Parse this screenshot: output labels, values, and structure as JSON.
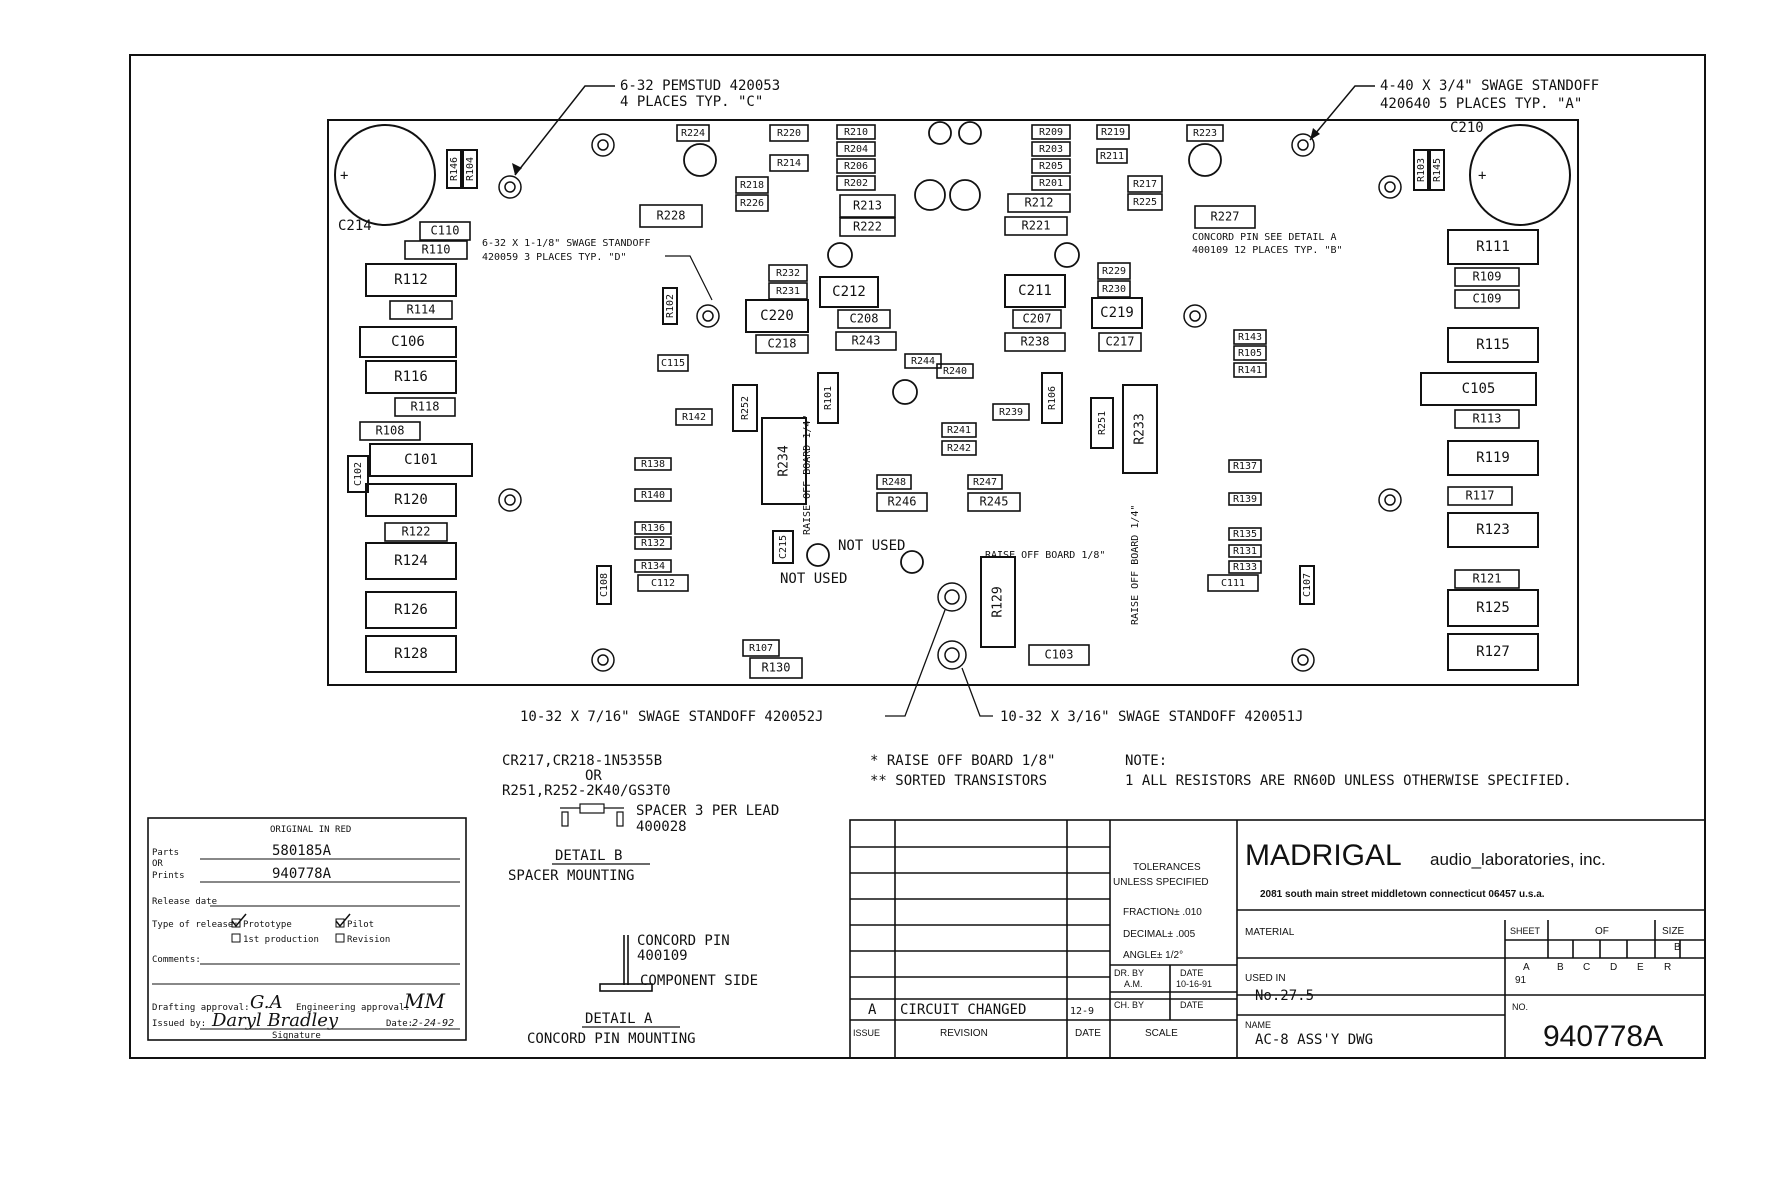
{
  "callouts": {
    "pemstud_line1": "6-32 PEMSTUD 420053",
    "pemstud_line2": "4 PLACES TYP. \"C\"",
    "swage_a_line1": "4-40 X 3/4\" SWAGE STANDOFF",
    "swage_a_line2": "420640 5 PLACES TYP. \"A\"",
    "swage_d_line1": "6-32 X 1-1/8\" SWAGE STANDOFF",
    "swage_d_line2": "420059 3 PLACES TYP. \"D\"",
    "concord_line1": "CONCORD PIN SEE DETAIL A",
    "concord_line2": "400109 12 PLACES TYP. \"B\"",
    "swage_p10": "10-32 X 7/16\" SWAGE STANDOFF 420052J",
    "swage_p9": "10-32 X 3/16\" SWAGE STANDOFF 420051J",
    "raise_off_1_8": "RAISE OFF BOARD 1/8\"",
    "raise_off_1_4_left": "RAISE OFF BOARD 1/4\"",
    "raise_off_1_4_right": "RAISE OFF BOARD 1/4\"",
    "not_used_1": "NOT USED",
    "not_used_2": "NOT USED"
  },
  "components": [
    {
      "id": "R146",
      "label": "R146"
    },
    {
      "id": "R104",
      "label": "R104"
    },
    {
      "id": "C110",
      "label": "C110"
    },
    {
      "id": "R110",
      "label": "R110"
    },
    {
      "id": "R112",
      "label": "R112"
    },
    {
      "id": "R114",
      "label": "R114"
    },
    {
      "id": "C106",
      "label": "C106"
    },
    {
      "id": "R116",
      "label": "R116"
    },
    {
      "id": "R118",
      "label": "R118"
    },
    {
      "id": "R108",
      "label": "R108"
    },
    {
      "id": "C101",
      "label": "C101"
    },
    {
      "id": "C102",
      "label": "C102"
    },
    {
      "id": "R120",
      "label": "R120"
    },
    {
      "id": "R122",
      "label": "R122"
    },
    {
      "id": "R124",
      "label": "R124"
    },
    {
      "id": "R126",
      "label": "R126"
    },
    {
      "id": "R128",
      "label": "R128"
    },
    {
      "id": "R224",
      "label": "R224"
    },
    {
      "id": "R220",
      "label": "R220"
    },
    {
      "id": "R214",
      "label": "R214"
    },
    {
      "id": "R218",
      "label": "R218"
    },
    {
      "id": "R226",
      "label": "R226"
    },
    {
      "id": "R228",
      "label": "R228"
    },
    {
      "id": "R210",
      "label": "R210"
    },
    {
      "id": "R204",
      "label": "R204"
    },
    {
      "id": "R206",
      "label": "R206"
    },
    {
      "id": "R202",
      "label": "R202"
    },
    {
      "id": "R213",
      "label": "R213"
    },
    {
      "id": "R222",
      "label": "R222"
    },
    {
      "id": "R232",
      "label": "R232"
    },
    {
      "id": "R231",
      "label": "R231"
    },
    {
      "id": "C212",
      "label": "C212"
    },
    {
      "id": "C208",
      "label": "C208"
    },
    {
      "id": "R243",
      "label": "R243"
    },
    {
      "id": "C220",
      "label": "C220"
    },
    {
      "id": "C218",
      "label": "C218"
    },
    {
      "id": "R209",
      "label": "R209"
    },
    {
      "id": "R203",
      "label": "R203"
    },
    {
      "id": "R205",
      "label": "R205"
    },
    {
      "id": "R201",
      "label": "R201"
    },
    {
      "id": "R212",
      "label": "R212"
    },
    {
      "id": "R221",
      "label": "R221"
    },
    {
      "id": "C211",
      "label": "C211"
    },
    {
      "id": "C207",
      "label": "C207"
    },
    {
      "id": "R238",
      "label": "R238"
    },
    {
      "id": "R219",
      "label": "R219"
    },
    {
      "id": "R211",
      "label": "R211"
    },
    {
      "id": "R223",
      "label": "R223"
    },
    {
      "id": "R217",
      "label": "R217"
    },
    {
      "id": "R225",
      "label": "R225"
    },
    {
      "id": "R227",
      "label": "R227"
    },
    {
      "id": "R229",
      "label": "R229"
    },
    {
      "id": "R230",
      "label": "R230"
    },
    {
      "id": "C219",
      "label": "C219"
    },
    {
      "id": "C217",
      "label": "C217"
    },
    {
      "id": "R103",
      "label": "R103"
    },
    {
      "id": "R145",
      "label": "R145"
    },
    {
      "id": "R111",
      "label": "R111"
    },
    {
      "id": "R109",
      "label": "R109"
    },
    {
      "id": "C109",
      "label": "C109"
    },
    {
      "id": "R115",
      "label": "R115"
    },
    {
      "id": "C105",
      "label": "C105"
    },
    {
      "id": "R113",
      "label": "R113"
    },
    {
      "id": "R119",
      "label": "R119"
    },
    {
      "id": "R117",
      "label": "R117"
    },
    {
      "id": "R123",
      "label": "R123"
    },
    {
      "id": "R121",
      "label": "R121"
    },
    {
      "id": "R125",
      "label": "R125"
    },
    {
      "id": "R127",
      "label": "R127"
    },
    {
      "id": "C115",
      "label": "C115"
    },
    {
      "id": "R142",
      "label": "R142"
    },
    {
      "id": "R252",
      "label": "R252"
    },
    {
      "id": "R234",
      "label": "R234"
    },
    {
      "id": "R138",
      "label": "R138"
    },
    {
      "id": "R140",
      "label": "R140"
    },
    {
      "id": "R136",
      "label": "R136"
    },
    {
      "id": "R132",
      "label": "R132"
    },
    {
      "id": "R134",
      "label": "R134"
    },
    {
      "id": "C112",
      "label": "C112"
    },
    {
      "id": "R246",
      "label": "R246"
    },
    {
      "id": "R248",
      "label": "R248"
    },
    {
      "id": "R245",
      "label": "R245"
    },
    {
      "id": "R247",
      "label": "R247"
    },
    {
      "id": "R241",
      "label": "R241"
    },
    {
      "id": "R242",
      "label": "R242"
    },
    {
      "id": "R239",
      "label": "R239"
    },
    {
      "id": "R240",
      "label": "R240"
    },
    {
      "id": "R244",
      "label": "R244"
    },
    {
      "id": "R233",
      "label": "R233"
    },
    {
      "id": "R251",
      "label": "R251"
    },
    {
      "id": "R143",
      "label": "R143"
    },
    {
      "id": "R105",
      "label": "R105"
    },
    {
      "id": "R141",
      "label": "R141"
    },
    {
      "id": "R137",
      "label": "R137"
    },
    {
      "id": "R139",
      "label": "R139"
    },
    {
      "id": "R135",
      "label": "R135"
    },
    {
      "id": "R131",
      "label": "R131"
    },
    {
      "id": "R133",
      "label": "R133"
    },
    {
      "id": "C111",
      "label": "C111"
    },
    {
      "id": "R129",
      "label": "R129"
    },
    {
      "id": "C103",
      "label": "C103"
    },
    {
      "id": "R107",
      "label": "R107"
    },
    {
      "id": "R130",
      "label": "R130"
    },
    {
      "id": "C108",
      "label": "C108"
    },
    {
      "id": "C107",
      "label": "C107"
    },
    {
      "id": "R102",
      "label": "R102"
    },
    {
      "id": "R101",
      "label": "R101"
    },
    {
      "id": "R106",
      "label": "R106"
    },
    {
      "id": "C215",
      "label": "C215"
    },
    {
      "id": "C214",
      "label": "C214"
    },
    {
      "id": "C210",
      "label": "C210"
    }
  ],
  "notes": {
    "diode_list_1": "CR217,CR218-1N5355B",
    "diode_or": "OR",
    "diode_list_2": "R251,R252-2K40/GS3T0",
    "spacer_line1": "SPACER 3 PER LEAD",
    "spacer_line2": "400028",
    "detail_b_title": "DETAIL B",
    "detail_b_sub": "SPACER MOUNTING",
    "concord_pin_line1": "CONCORD PIN",
    "concord_pin_line2": "400109",
    "component_side": "COMPONENT SIDE",
    "detail_a_title": "DETAIL A",
    "detail_a_sub": "CONCORD PIN MOUNTING",
    "legend_star": "* RAISE OFF BOARD 1/8\"",
    "legend_double_star": "** SORTED TRANSISTORS",
    "note_header": "NOTE:",
    "note_1": "1  ALL RESISTORS ARE RN60D UNLESS OTHERWISE SPECIFIED."
  },
  "approval_box": {
    "header": "ORIGINAL IN RED",
    "parts_label": "Parts",
    "parts_value": "580185A",
    "or_label": "OR",
    "prints_label": "Prints",
    "prints_value": "940778A",
    "release_label": "Release date",
    "type_label": "Type of release:",
    "opt_prototype": "Prototype",
    "opt_pilot": "Pilot",
    "opt_first": "1st production",
    "opt_revision": "Revision",
    "comments_label": "Comments:",
    "drafting_label": "Drafting approval:",
    "drafting_value": "G.A",
    "engineering_label": "Engineering approval:",
    "engineering_value": "MM",
    "issued_label": "Issued by:",
    "issued_value": "Daryl Bradley",
    "date_label": "Date:",
    "date_value": "2-24-92",
    "signature_label": "Signature"
  },
  "title_block": {
    "company": "MADRIGAL",
    "company_suffix": "audio_laboratories, inc.",
    "address": "2081 south main street middletown connecticut 06457 u.s.a.",
    "tolerances_1": "TOLERANCES",
    "tolerances_2": "UNLESS SPECIFIED",
    "fraction": "FRACTION± .010",
    "decimal": "DECIMAL± .005",
    "angle": "ANGLE± 1/2°",
    "dr_by": "DR. BY",
    "dr_by_value": "A.M.",
    "date_label": "DATE",
    "date_value": "10-16-91",
    "ch_by": "CH. BY",
    "ch_date": "DATE",
    "material": "MATERIAL",
    "used_in": "USED IN",
    "used_in_value": "No.27.5",
    "name_label": "NAME",
    "name_value": "AC-8 ASS'Y DWG",
    "sheet": "SHEET",
    "of": "OF",
    "size": "SIZE",
    "size_value": "B",
    "rev_letters": [
      "A",
      "B",
      "C",
      "D",
      "E",
      "R"
    ],
    "rev_year": "91",
    "no_label": "NO.",
    "drawing_no": "940778A",
    "scale": "SCALE",
    "issue_col": "ISSUE",
    "revision_col": "REVISION",
    "date_col": "DATE",
    "rev_issue": "A",
    "rev_desc": "CIRCUIT CHANGED",
    "rev_date": "12-9"
  }
}
